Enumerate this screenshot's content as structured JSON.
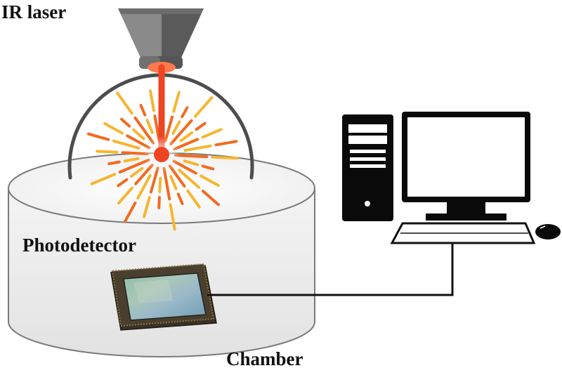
{
  "labels": {
    "laser": "IR laser",
    "detector": "Photodetector",
    "chamber": "Chamber"
  },
  "colors": {
    "outline": "#4d4d4d",
    "beam": "#ee4422",
    "spark_orange": "#f26a21",
    "spark_yellow": "#f5b631",
    "computer": "#0a0a0a",
    "chamber_fill": "#ececec"
  },
  "icons": {
    "laser": "laser-head-icon",
    "spark": "plasma-spark-icon",
    "sensor": "image-sensor-chip-icon",
    "tower": "pc-tower-icon",
    "monitor": "monitor-icon",
    "keyboard": "keyboard-icon",
    "mouse": "mouse-icon"
  }
}
